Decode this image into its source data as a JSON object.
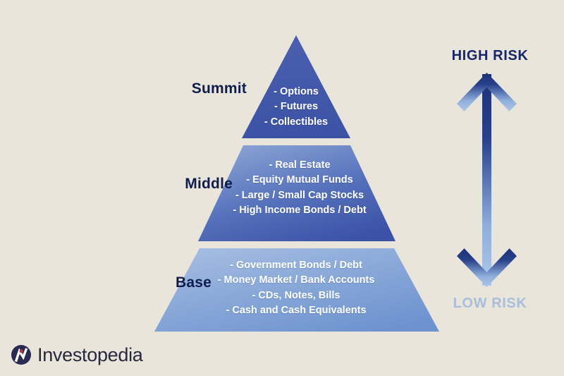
{
  "background_color": "#EAE5DB",
  "diagram": {
    "title_semantic": "risk-pyramid",
    "tiers": [
      {
        "name": "summit",
        "label": "Summit",
        "fill_top": "#4156A8",
        "fill_bottom": "#3D53A6",
        "items": [
          "- Options",
          "- Futures",
          "- Collectibles"
        ]
      },
      {
        "name": "middle",
        "label": "Middle",
        "fill_top": "#7C97CE",
        "fill_bottom": "#3E55A8",
        "items": [
          "- Real Estate",
          "- Equity Mutual Funds",
          "- Large / Small Cap Stocks",
          "- High Income Bonds / Debt"
        ]
      },
      {
        "name": "base",
        "label": "Base",
        "fill_top": "#9DB6DD",
        "fill_bottom": "#7396D2",
        "items": [
          "- Government Bonds / Debt",
          "- Money Market / Bank Accounts",
          "- CDs, Notes, Bills",
          "- Cash and Cash Equivalents"
        ]
      }
    ]
  },
  "risk_scale": {
    "high_label": "HIGH RISK",
    "low_label": "LOW RISK",
    "high_color": "#17256B",
    "low_color": "#A8BEDC",
    "arrow_icon": "double-headed-vertical-arrow",
    "arrow_gradient_top": "#1E3276",
    "arrow_gradient_bottom": "#A9C3E4"
  },
  "branding": {
    "logo_text": "Investopedia",
    "logo_icon": "investopedia-circle-logo",
    "logo_circle_color": "#2A2A52",
    "logo_accent_dot_color": "#B03A48",
    "logo_text_color": "#26293D"
  }
}
